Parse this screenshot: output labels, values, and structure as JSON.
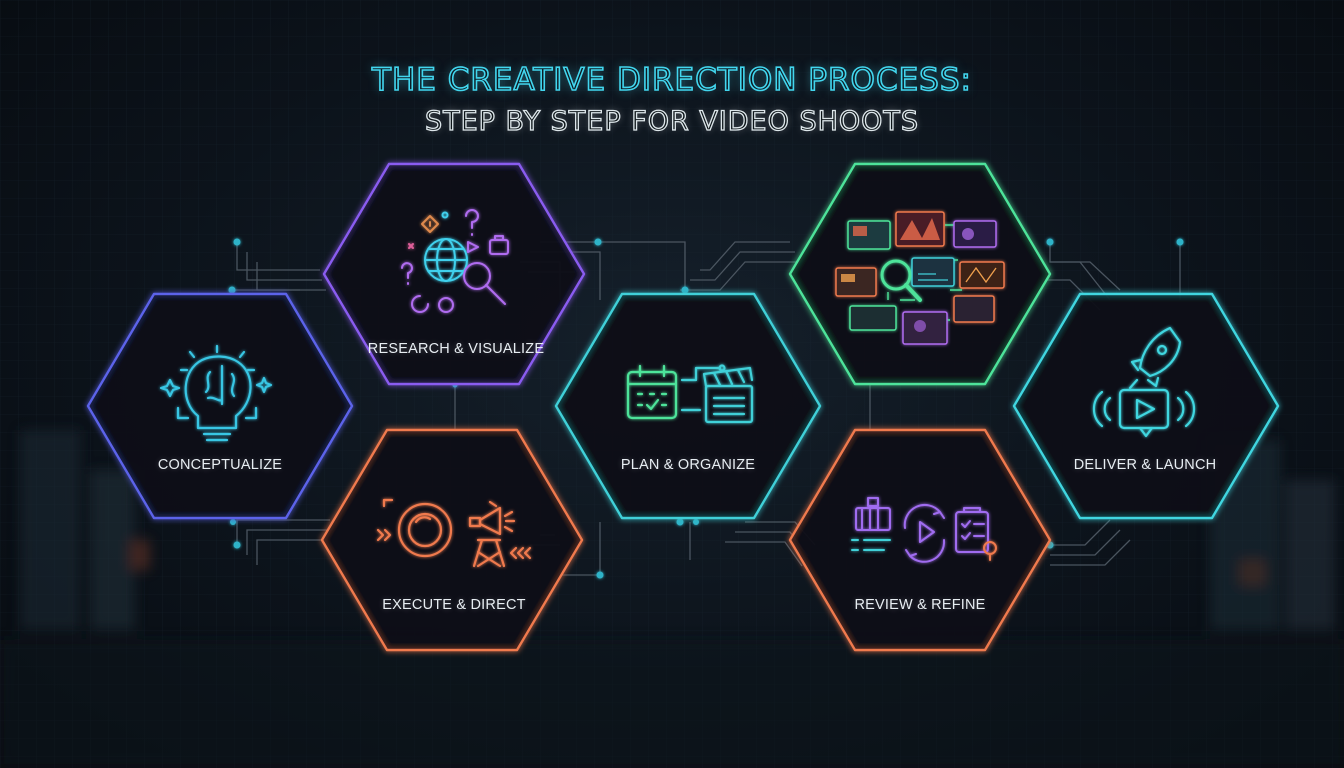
{
  "title": {
    "line1": "THE CREATIVE DIRECTION PROCESS:",
    "line2": "STEP BY STEP FOR VIDEO SHOOTS"
  },
  "steps": [
    {
      "id": "conceptualize",
      "label": "CONCEPTUALIZE",
      "color": "#5b63ea",
      "icon": "lightbulb-brain-icon"
    },
    {
      "id": "research",
      "label": "RESEARCH & VISUALIZE",
      "color": "#8a5cf0",
      "icon": "globe-magnifier-icon"
    },
    {
      "id": "execute",
      "label": "EXECUTE & DIRECT",
      "color": "#f07a4e",
      "icon": "lens-megaphone-icon"
    },
    {
      "id": "plan",
      "label": "PLAN & ORGANIZE",
      "color": "#3fd0d8",
      "icon": "calendar-clapperboard-icon"
    },
    {
      "id": "moodboard",
      "label": "",
      "color": "#4ee39a",
      "icon": "moodboard-magnifier-icon"
    },
    {
      "id": "review",
      "label": "REVIEW & REFINE",
      "color": "#f07a4e",
      "icon": "timeline-refresh-checklist-icon"
    },
    {
      "id": "deliver",
      "label": "DELIVER & LAUNCH",
      "color": "#3fd6e0",
      "icon": "rocket-play-icon"
    }
  ]
}
